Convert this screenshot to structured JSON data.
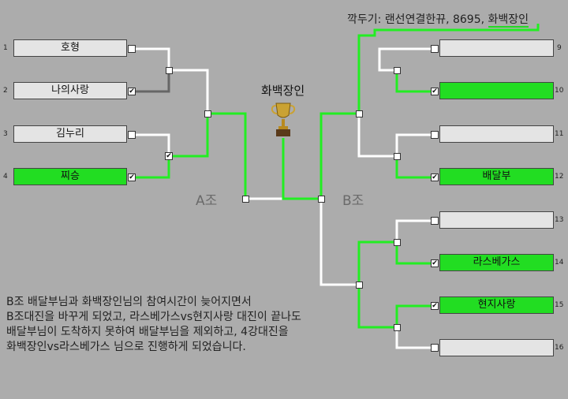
{
  "header": {
    "prefix": "깍두기: 랜선연결한뀨, 8695, ",
    "champion": "화백장인"
  },
  "champion_label": "화백장인",
  "groups": {
    "a": "A조",
    "b": "B조"
  },
  "left_teams": [
    {
      "seed": "1",
      "name": "호형",
      "checked": false,
      "winner": false
    },
    {
      "seed": "2",
      "name": "나의사랑",
      "checked": true,
      "winner": false
    },
    {
      "seed": "3",
      "name": "김누리",
      "checked": false,
      "winner": false
    },
    {
      "seed": "4",
      "name": "찌승",
      "checked": true,
      "winner": true
    }
  ],
  "right_teams": [
    {
      "seed": "9",
      "name": "",
      "checked": false,
      "winner": false
    },
    {
      "seed": "10",
      "name": "",
      "checked": true,
      "winner": true
    },
    {
      "seed": "11",
      "name": "",
      "checked": false,
      "winner": false
    },
    {
      "seed": "12",
      "name": "배달부",
      "checked": true,
      "winner": true
    },
    {
      "seed": "13",
      "name": "",
      "checked": false,
      "winner": false
    },
    {
      "seed": "14",
      "name": "라스베가스",
      "checked": true,
      "winner": true
    },
    {
      "seed": "15",
      "name": "현지사랑",
      "checked": true,
      "winner": true
    },
    {
      "seed": "16",
      "name": "",
      "checked": false,
      "winner": false
    }
  ],
  "notice": [
    "B조 배달부님과 화백장인님의 참여시간이 늦어지면서",
    "B조대진을 바꾸게 되었고, 라스베가스vs현지사랑 대진이 끝나도",
    "배달부님이 도착하지 못하여 배달부님을 제외하고, 4강대진을",
    "화백장인vs라스베가스 님으로 진행하게 되었습니다."
  ],
  "colors": {
    "win_line": "#22ee22",
    "line": "#ffffff",
    "dark_line": "#666666",
    "background": "#acacac"
  },
  "icons": {
    "trophy": "trophy-icon"
  }
}
